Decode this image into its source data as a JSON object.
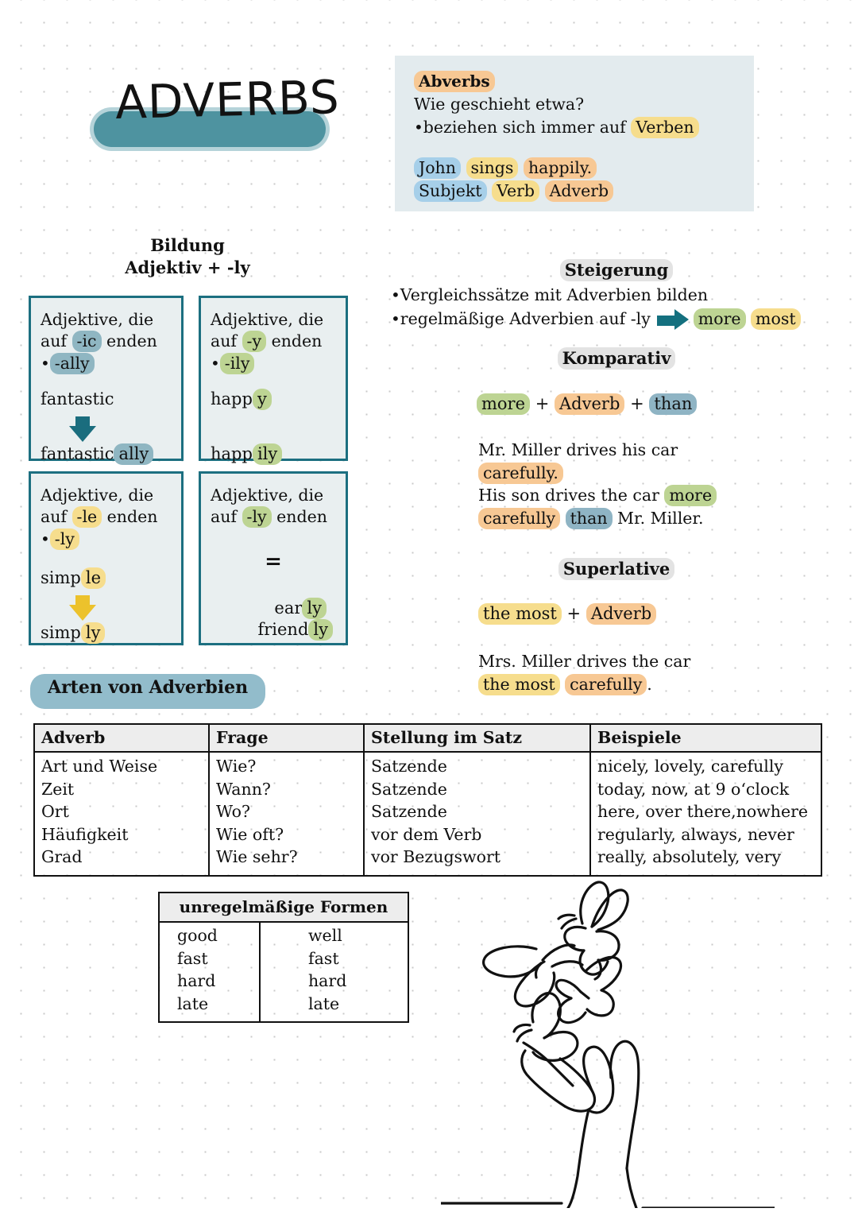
{
  "title": {
    "text": "ADVERBS",
    "pill_color": "#4e93a0"
  },
  "intro": {
    "heading": "Abverbs",
    "question": "Wie geschieht etwa?",
    "bullet_prefix": "beziehen sich immer auf ",
    "bullet_highlight": "Verben",
    "example": {
      "subject": "John",
      "verb": "sings",
      "adverb": "happily.",
      "label_subject": "Subjekt",
      "label_verb": "Verb",
      "label_adverb": "Adverb"
    }
  },
  "bildung": {
    "line1": "Bildung",
    "line2": "Adjektiv + -ly",
    "boxes": [
      {
        "rule_pre": "Adjektive, die",
        "rule_mid": "auf ",
        "rule_ending": "-ic",
        "rule_post": " enden",
        "bullet": "-ally",
        "example_from": "fantastic",
        "example_from_tail": "ic",
        "example_to": "fantastic",
        "example_to_tail": "ally",
        "arrow": "down-arrow-teal"
      },
      {
        "rule_pre": "Adjektive, die",
        "rule_mid": "auf ",
        "rule_ending": "-y",
        "rule_post": " enden",
        "bullet": "-ily",
        "example_from": "happ",
        "example_from_tail": "y",
        "example_to": "happ",
        "example_to_tail": "ily",
        "arrow": "none"
      },
      {
        "rule_pre": "Adjektive, die",
        "rule_mid": "auf ",
        "rule_ending": "-le",
        "rule_post": " enden",
        "bullet": "-ly",
        "example_from": "simp",
        "example_from_tail": "le",
        "example_to": "simp",
        "example_to_tail": "ly",
        "arrow": "down-arrow-yellow"
      },
      {
        "rule_pre": "Adjektive, die",
        "rule_mid": "auf ",
        "rule_ending": "-ly",
        "rule_post": " enden",
        "equals": "=",
        "example_1_stem": "ear",
        "example_1_tail": "ly",
        "example_2_stem": "friend",
        "example_2_tail": "ly"
      }
    ]
  },
  "steigerung": {
    "heading": "Steigerung",
    "bullet1": "Vergleichssätze mit Adverbien bilden",
    "bullet2": "regelmäßige Adverbien auf -ly",
    "result_more": "more",
    "result_most": "most"
  },
  "komparativ": {
    "heading": "Komparativ",
    "formula": {
      "a": "more",
      "plus1": "+",
      "b": "Adverb",
      "plus2": "+",
      "c": "than"
    },
    "example_line1": "Mr. Miller drives his car",
    "example_line2": "carefully.",
    "example_line3a": "His son drives the car ",
    "example_line3b": "more",
    "example_line4a": "carefully",
    "example_line4b": "than",
    "example_line4c": " Mr. Miller."
  },
  "superlative": {
    "heading": "Superlative",
    "formula": {
      "a": "the most",
      "plus": "+",
      "b": "Adverb"
    },
    "example_line1": "Mrs. Miller drives the car",
    "example_line2a": "the most",
    "example_line2b": "carefully",
    "example_line2c": "."
  },
  "arten": {
    "banner": "Arten von Adverbien",
    "columns": [
      "Adverb",
      "Frage",
      "Stellung im Satz",
      "Beispiele"
    ],
    "rows": [
      [
        "Art und Weise",
        "Wie?",
        "Satzende",
        "nicely, lovely, carefully"
      ],
      [
        "Zeit",
        "Wann?",
        "Satzende",
        "today, now, at 9 o‘clock"
      ],
      [
        "Ort",
        "Wo?",
        "Satzende",
        "here, over there,nowhere"
      ],
      [
        "Häufigkeit",
        "Wie oft?",
        "vor dem Verb",
        "regularly, always, never"
      ],
      [
        "Grad",
        "Wie sehr?",
        "vor Bezugswort",
        "really, absolutely, very"
      ]
    ]
  },
  "irregular": {
    "heading": "unregelmäßige Formen",
    "left": [
      "good",
      "fast",
      "hard",
      "late"
    ],
    "right": [
      "well",
      "fast",
      "hard",
      "late"
    ]
  },
  "illustration": {
    "name": "hand-with-butterflies-line-art"
  }
}
